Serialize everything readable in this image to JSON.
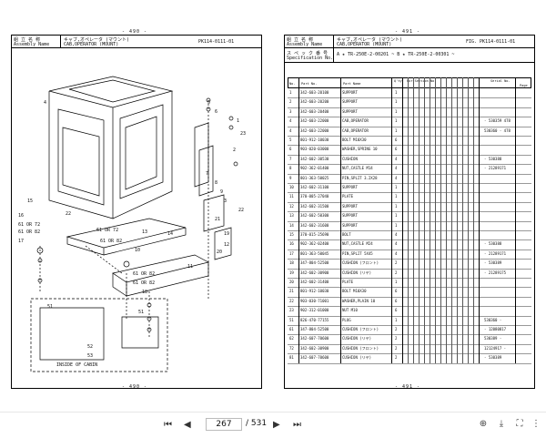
{
  "left_page": {
    "page_top": "- 490 -",
    "page_bottom": "- 490 -",
    "assembly_jp": "組 立 名 称",
    "assembly_label": "Assembly Name",
    "assembly_name_jp": "キャブ,オペレータ (マウント)",
    "assembly_name": "CAB,OPERATOR (MOUNT)",
    "fig": "PK114-0111-01",
    "callouts": [
      {
        "n": "1"
      },
      {
        "n": "2"
      },
      {
        "n": "3"
      },
      {
        "n": "4"
      },
      {
        "n": "5"
      },
      {
        "n": "6"
      },
      {
        "n": "7"
      },
      {
        "n": "8"
      },
      {
        "n": "9"
      },
      {
        "n": "10"
      },
      {
        "n": "11"
      },
      {
        "n": "12"
      },
      {
        "n": "13"
      },
      {
        "n": "14"
      },
      {
        "n": "15"
      },
      {
        "n": "16"
      },
      {
        "n": "17"
      },
      {
        "n": "18"
      },
      {
        "n": "19"
      },
      {
        "n": "20"
      },
      {
        "n": "21"
      },
      {
        "n": "22"
      },
      {
        "n": "23"
      },
      {
        "n": "61 OR 72"
      },
      {
        "n": "61 OR 82"
      },
      {
        "n": "61 OR 72"
      },
      {
        "n": "61 OR 82"
      },
      {
        "n": "61 OR 82"
      },
      {
        "n": "61 OR 82"
      },
      {
        "n": "51"
      },
      {
        "n": "51"
      },
      {
        "n": "52"
      },
      {
        "n": "53"
      }
    ],
    "inside_label": "INSIDE OF CABIN"
  },
  "right_page": {
    "page_top": "- 491 -",
    "page_bottom": "- 491 -",
    "assembly_jp": "組 立 名 称",
    "assembly_label": "Assembly Name",
    "assembly_name_jp": "キャブ,オペレータ (マウント)",
    "assembly_name": "CAB,OPERATOR (MOUNT)",
    "fig": "FIG.  PK114-0111-01",
    "spec_jp": "ス ペ ッ ク 番 号",
    "spec_label": "Specification No.",
    "spec_value": "A ★ TR-250E-2-00201  ~  B ★ TR-250E-2-00301  ~",
    "col_no": "No.",
    "col_partno": "Part No.",
    "col_partname": "Part Name",
    "col_qty": "Q'ty",
    "col_section": "For Section No.",
    "col_serial": "Serial No.",
    "col_page": "Page",
    "rows": [
      {
        "no": "1",
        "part": "342-603-20100",
        "name": "SUPPORT",
        "qty": "1",
        "serial": ""
      },
      {
        "no": "2",
        "part": "342-603-20200",
        "name": "SUPPORT",
        "qty": "1",
        "serial": ""
      },
      {
        "no": "3",
        "part": "342-603-20400",
        "name": "SUPPORT",
        "qty": "1",
        "serial": ""
      },
      {
        "no": "4",
        "part": "342-603-22000",
        "name": "CAB,OPERATOR",
        "qty": "1",
        "serial": "- 530359  478"
      },
      {
        "no": "4",
        "part": "342-603-22000",
        "name": "CAB,OPERATOR",
        "qty": "1",
        "serial": "530360 -  478"
      },
      {
        "no": "5",
        "part": "801-912-10030",
        "name": "BOLT M10X30",
        "qty": "6",
        "serial": ""
      },
      {
        "no": "6",
        "part": "903-020-03000",
        "name": "WASHER,SPRING 10",
        "qty": "6",
        "serial": ""
      },
      {
        "no": "7",
        "part": "342-602-30530",
        "name": "CUSHION",
        "qty": "4",
        "serial": "- 530388"
      },
      {
        "no": "8",
        "part": "902-362-01400",
        "name": "NUT,CASTLE M14",
        "qty": "4",
        "serial": "- 21289171"
      },
      {
        "no": "9",
        "part": "801-363-50025",
        "name": "PIN,SPLIT 3.2X28",
        "qty": "4",
        "serial": ""
      },
      {
        "no": "10",
        "part": "342-602-31100",
        "name": "SUPPORT",
        "qty": "1",
        "serial": ""
      },
      {
        "no": "11",
        "part": "370-005-27040",
        "name": "PLATE",
        "qty": "1",
        "serial": ""
      },
      {
        "no": "12",
        "part": "342-602-31500",
        "name": "SUPPORT",
        "qty": "1",
        "serial": ""
      },
      {
        "no": "13",
        "part": "342-602-50300",
        "name": "SUPPORT",
        "qty": "1",
        "serial": ""
      },
      {
        "no": "14",
        "part": "342-602-31600",
        "name": "SUPPORT",
        "qty": "1",
        "serial": ""
      },
      {
        "no": "15",
        "part": "370-015-25690",
        "name": "BOLT",
        "qty": "4",
        "serial": ""
      },
      {
        "no": "16",
        "part": "902-362-02400",
        "name": "NUT,CASTLE M24",
        "qty": "4",
        "serial": "- 530388"
      },
      {
        "no": "17",
        "part": "801-363-50045",
        "name": "PIN,SPLIT 5X45",
        "qty": "4",
        "serial": "- 21289171"
      },
      {
        "no": "18",
        "part": "347-804-52500",
        "name": "CUSHION (フロント)",
        "qty": "2",
        "serial": "- 530389"
      },
      {
        "no": "19",
        "part": "342-602-30900",
        "name": "CUSHION (リヤ)",
        "qty": "2",
        "serial": "- 21289175"
      },
      {
        "no": "20",
        "part": "342-602-31400",
        "name": "PLATE",
        "qty": "1",
        "serial": ""
      },
      {
        "no": "21",
        "part": "801-912-10030",
        "name": "BOLT M10X30",
        "qty": "6",
        "serial": ""
      },
      {
        "no": "22",
        "part": "903-030-71001",
        "name": "WASHER,PLAIN 10",
        "qty": "6",
        "serial": ""
      },
      {
        "no": "23",
        "part": "902-312-01000",
        "name": "NUT M10",
        "qty": "6",
        "serial": ""
      },
      {
        "no": "51",
        "part": "826-470-77155",
        "name": "PLUG",
        "qty": "1",
        "serial": "530360 -"
      },
      {
        "no": "61",
        "part": "347-804-52500",
        "name": "CUSHION (フロント)",
        "qty": "2",
        "serial": "- 12080817"
      },
      {
        "no": "62",
        "part": "342-607-70600",
        "name": "CUSHION (リヤ)",
        "qty": "2",
        "serial": "530389 -"
      },
      {
        "no": "72",
        "part": "342-602-30900",
        "name": "CUSHION (フロント)",
        "qty": "2",
        "serial": "12124917 -"
      },
      {
        "no": "81",
        "part": "342-607-70600",
        "name": "CUSHION (リヤ)",
        "qty": "2",
        "serial": "- 530389"
      }
    ]
  },
  "toolbar": {
    "first": "⏮",
    "prev": "◀",
    "page": "267",
    "total": "/ 531",
    "next": "▶",
    "last": "⏭"
  }
}
